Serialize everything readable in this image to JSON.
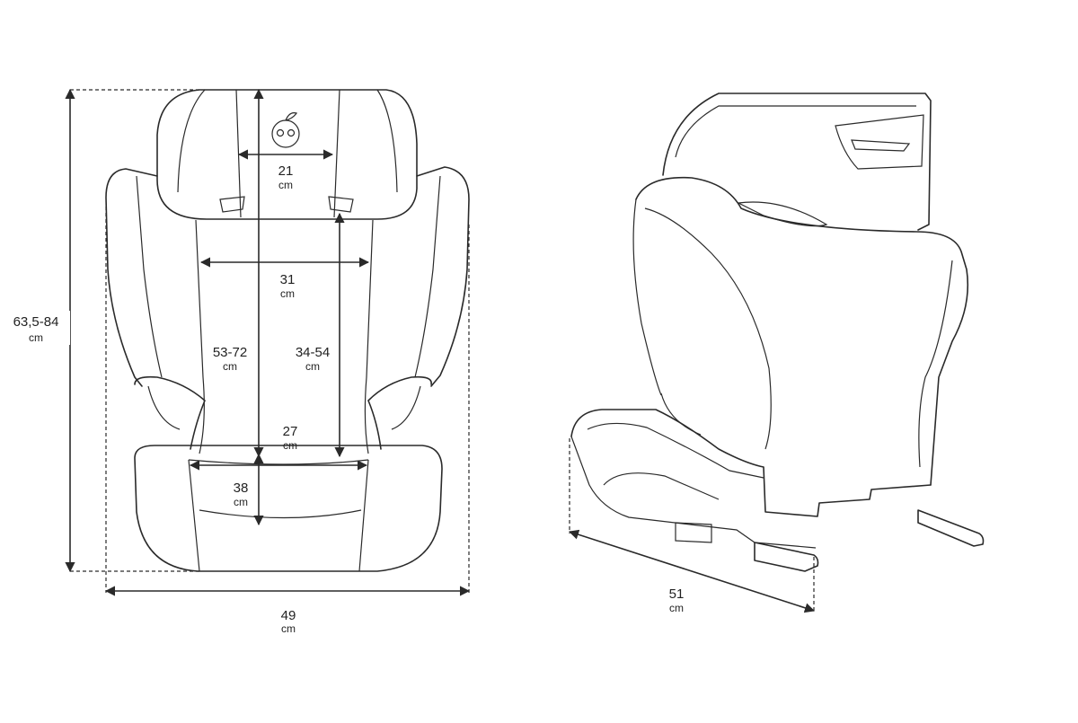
{
  "front_view": {
    "dims": [
      {
        "id": "total-height",
        "value": "63,5-84",
        "unit": "cm"
      },
      {
        "id": "overall-width",
        "value": "49",
        "unit": "cm"
      },
      {
        "id": "headrest-width",
        "value": "21",
        "unit": "cm"
      },
      {
        "id": "backrest-width",
        "value": "31",
        "unit": "cm"
      },
      {
        "id": "backrest-height",
        "value": "53-72",
        "unit": "cm"
      },
      {
        "id": "shoulder-height",
        "value": "34-54",
        "unit": "cm"
      },
      {
        "id": "seat-width",
        "value": "27",
        "unit": "cm"
      },
      {
        "id": "seat-depth",
        "value": "38",
        "unit": "cm"
      }
    ]
  },
  "side_view": {
    "dims": [
      {
        "id": "overall-depth",
        "value": "51",
        "unit": "cm"
      }
    ]
  }
}
